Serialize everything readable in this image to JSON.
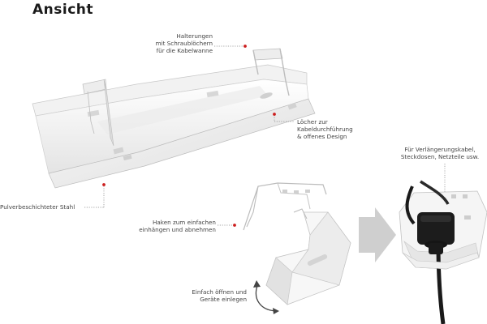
{
  "title": "Ansicht",
  "annotations": {
    "halterungen": [
      "Halterungen",
      "mit Schraublöchern",
      "für die Kabelwanne"
    ],
    "loecher": [
      "Löcher zur",
      "Kabeldurchführung",
      "& offenes Design"
    ],
    "stahl": [
      "Pulverbeschichteter Stahl"
    ],
    "haken": [
      "Haken zum einfachen",
      "einhängen und abnehmen"
    ],
    "oeffnen": [
      "Einfach öffnen und",
      "Geräte einlegen"
    ],
    "verlaengerung": [
      "Für Verlängerungskabel,",
      "Steckdosen, Netzteile usw."
    ]
  },
  "colors": {
    "accent_dot": "#cc1e1e",
    "steel": "#f4f4f4",
    "steel_shadow": "#d6d6d6",
    "arrow": "#cfcfcf",
    "plug": "#1c1c1c"
  }
}
